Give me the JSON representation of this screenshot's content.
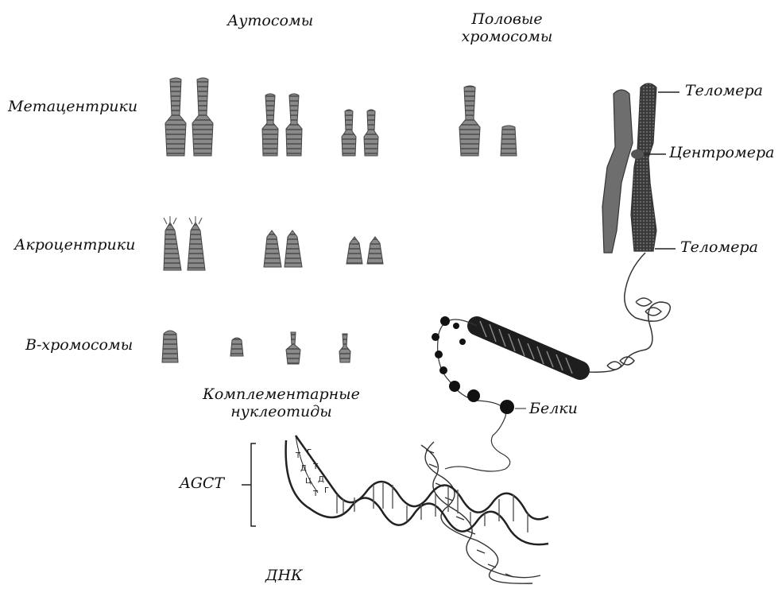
{
  "headers": {
    "autosomes": "Аутосомы",
    "sex_chromosomes_line1": "Половые",
    "sex_chromosomes_line2": "хромосомы"
  },
  "rows": {
    "metacentric": "Метацентрики",
    "acrocentric": "Акроцентрики",
    "b_chromosomes": "В-хромосомы"
  },
  "structure": {
    "telomere_top": "Теломера",
    "centromere": "Центромера",
    "telomere_bottom": "Теломера",
    "proteins": "Белки",
    "complementary_line1": "Комплементарные",
    "complementary_line2": "нуклеотиды",
    "bases": "AGCT",
    "dna": "ДНК"
  }
}
